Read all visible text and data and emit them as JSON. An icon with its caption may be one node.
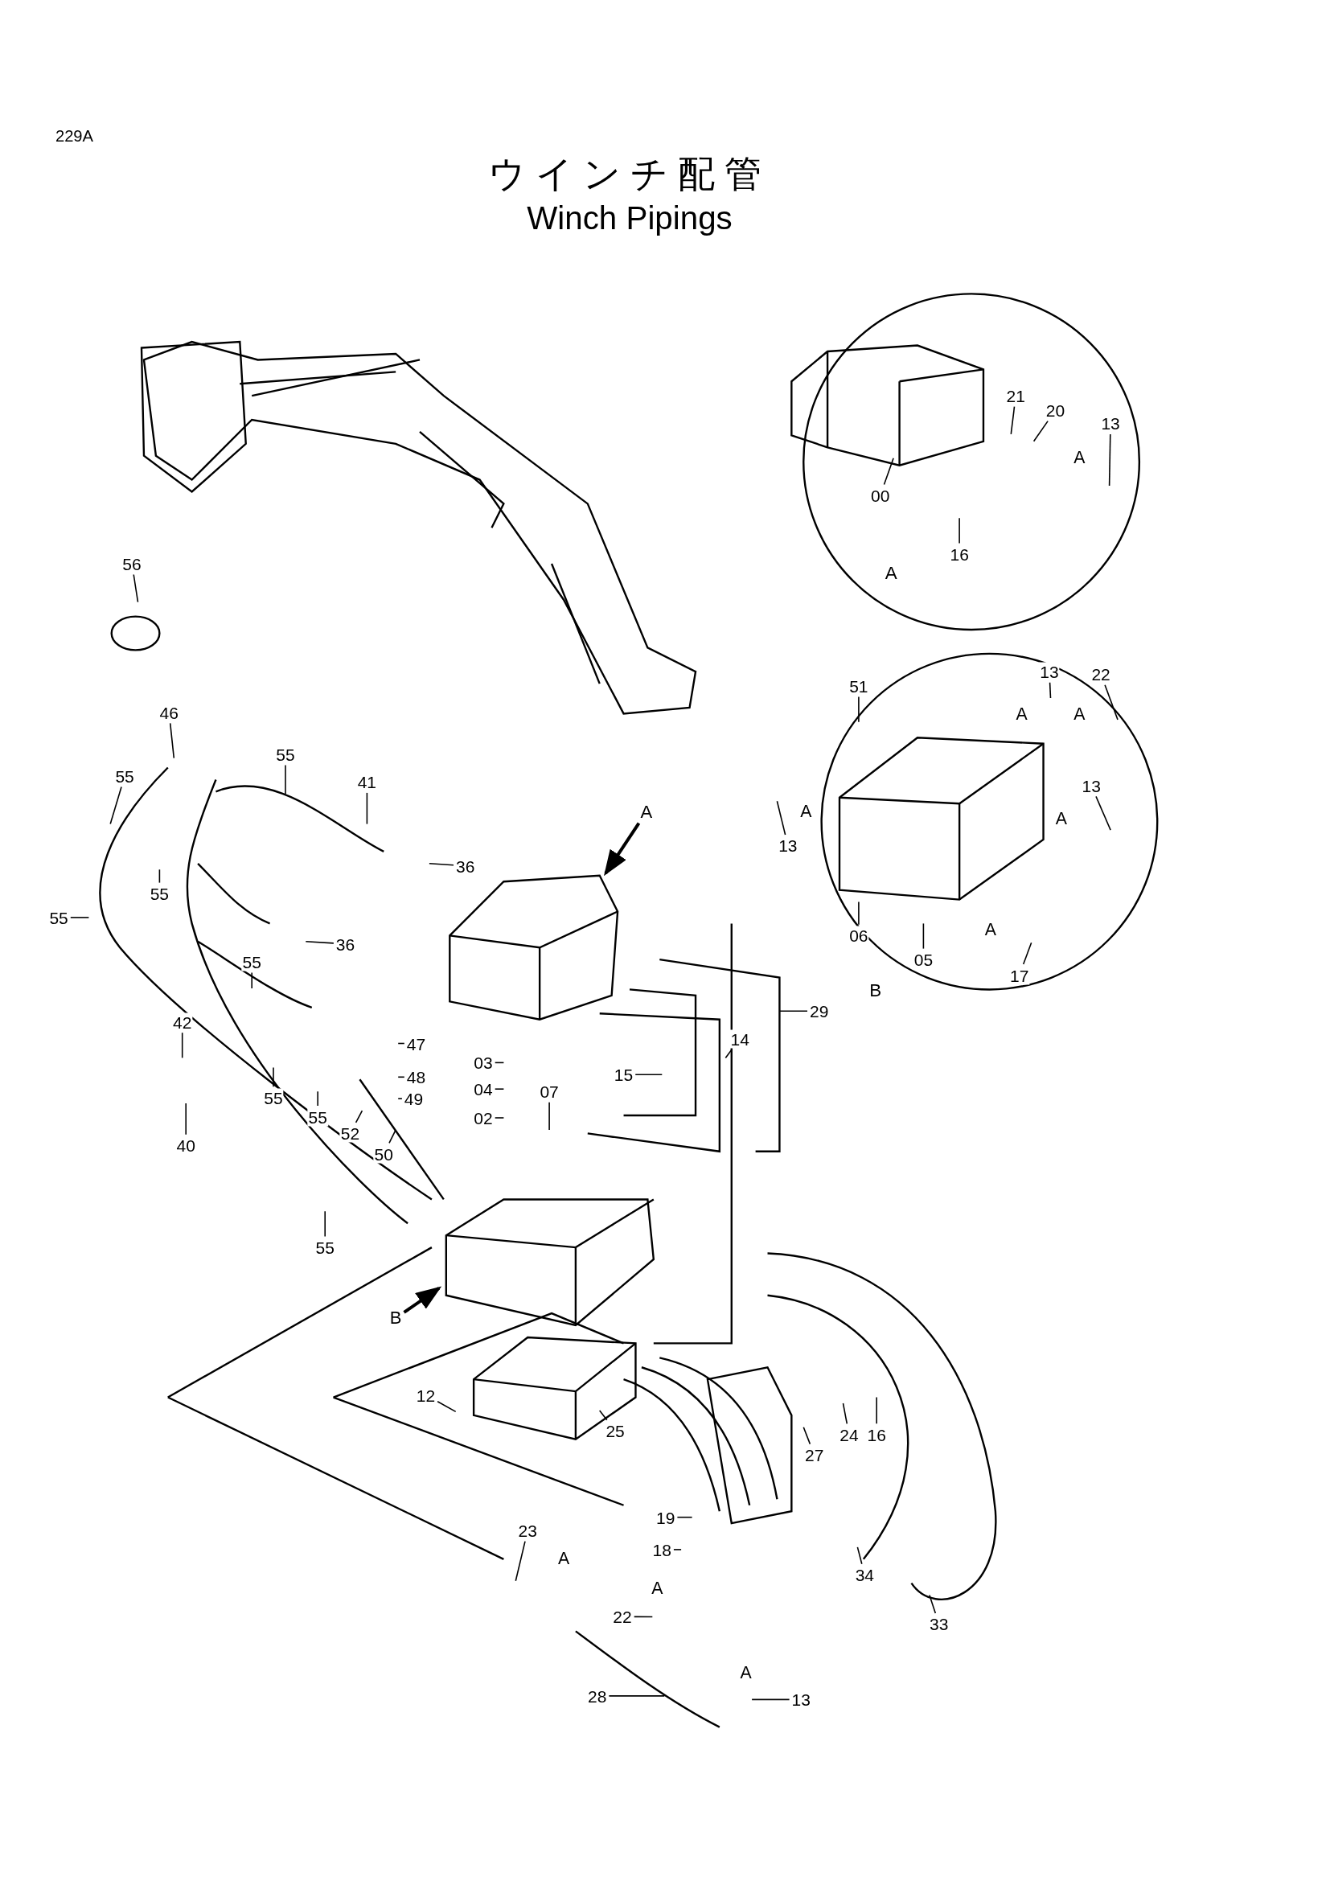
{
  "diagram": {
    "title": "ウインチ配管",
    "nodes": [
      {
        "text": [
          "21"
        ]
      },
      {
        "text": [
          "20"
        ]
      },
      {
        "text": [
          "13"
        ]
      },
      {
        "text": [
          "00"
        ]
      },
      {
        "text": [
          "16"
        ]
      },
      {
        "text": [
          "56"
        ]
      },
      {
        "text": [
          "51"
        ]
      },
      {
        "text": [
          "13"
        ]
      },
      {
        "text": [
          "22"
        ]
      },
      {
        "text": [
          "46"
        ]
      },
      {
        "text": [
          "55"
        ]
      },
      {
        "text": [
          "55"
        ]
      },
      {
        "text": [
          "41"
        ]
      },
      {
        "text": [
          "13"
        ]
      },
      {
        "text": [
          "A"
        ]
      },
      {
        "text": [
          "13"
        ]
      },
      {
        "text": [
          "36"
        ]
      },
      {
        "text": [
          "55"
        ]
      },
      {
        "text": [
          "55"
        ]
      },
      {
        "text": [
          "06"
        ]
      },
      {
        "text": [
          "36"
        ]
      },
      {
        "text": [
          "05"
        ]
      },
      {
        "text": [
          "55"
        ]
      },
      {
        "text": [
          "17"
        ]
      },
      {
        "text": [
          "29"
        ]
      },
      {
        "text": [
          "42"
        ]
      },
      {
        "text": [
          "14"
        ]
      },
      {
        "text": [
          "47"
        ]
      },
      {
        "text": [
          "03"
        ]
      },
      {
        "text": [
          "15"
        ]
      },
      {
        "text": [
          "48"
        ]
      },
      {
        "text": [
          "04"
        ]
      },
      {
        "text": [
          "07"
        ]
      },
      {
        "text": [
          "55"
        ]
      },
      {
        "text": [
          "49"
        ]
      },
      {
        "text": [
          "55"
        ]
      },
      {
        "text": [
          "02"
        ]
      },
      {
        "text": [
          "52"
        ]
      },
      {
        "text": [
          "40"
        ]
      },
      {
        "text": [
          "50"
        ]
      },
      {
        "text": [
          "55"
        ]
      },
      {
        "text": [
          "B"
        ]
      },
      {
        "text": [
          "12"
        ]
      },
      {
        "text": [
          "25"
        ]
      },
      {
        "text": [
          "24"
        ]
      },
      {
        "text": [
          "16"
        ]
      },
      {
        "text": [
          "27"
        ]
      },
      {
        "text": [
          "19"
        ]
      },
      {
        "text": [
          "23"
        ]
      },
      {
        "text": [
          "18"
        ]
      },
      {
        "text": [
          "34"
        ]
      },
      {
        "text": [
          "22"
        ]
      },
      {
        "text": [
          "33"
        ]
      },
      {
        "text": [
          "28"
        ]
      },
      {
        "text": [
          "13"
        ]
      }
    ],
    "edges": [
      {
        "from": 0,
        "to": null,
        "arrow": "none"
      },
      {
        "from": 1,
        "to": null,
        "arrow": "none"
      },
      {
        "from": 2,
        "to": null,
        "arrow": "none"
      },
      {
        "from": 3,
        "to": null,
        "arrow": "none"
      },
      {
        "from": 4,
        "to": null,
        "arrow": "none"
      },
      {
        "from": 5,
        "to": null,
        "arrow": "none"
      },
      {
        "from": 6,
        "to": null,
        "arrow": "none"
      },
      {
        "from": 7,
        "to": null,
        "arrow": "none"
      },
      {
        "from": 8,
        "to": null,
        "arrow": "none"
      },
      {
        "from": 9,
        "to": null,
        "arrow": "none"
      },
      {
        "from": 10,
        "to": null,
        "arrow": "none"
      },
      {
        "from": 11,
        "to": null,
        "arrow": "none"
      },
      {
        "from": 12,
        "to": null,
        "arrow": "none"
      },
      {
        "from": 13,
        "to": null,
        "arrow": "none"
      },
      {
        "from": 14,
        "to": null,
        "arrow": "to"
      },
      {
        "from": 15,
        "to": null,
        "arrow": "none"
      },
      {
        "from": 16,
        "to": null,
        "arrow": "none"
      },
      {
        "from": 17,
        "to": null,
        "arrow": "none"
      },
      {
        "from": 18,
        "to": null,
        "arrow": "none"
      },
      {
        "from": 19,
        "to": null,
        "arrow": "none"
      },
      {
        "from": 20,
        "to": null,
        "arrow": "none"
      },
      {
        "from": 21,
        "to": null,
        "arrow": "none"
      },
      {
        "from": 22,
        "to": null,
        "arrow": "none"
      },
      {
        "from": 23,
        "to": null,
        "arrow": "none"
      },
      {
        "from": 24,
        "to": null,
        "arrow": "none"
      },
      {
        "from": 25,
        "to": null,
        "arrow": "none"
      },
      {
        "from": 26,
        "to": null,
        "arrow": "none"
      },
      {
        "from": 27,
        "to": null,
        "arrow": "none"
      },
      {
        "from": 28,
        "to": null,
        "arrow": "none"
      },
      {
        "from": 29,
        "to": null,
        "arrow": "none"
      },
      {
        "from": 30,
        "to": null,
        "arrow": "none"
      },
      {
        "from": 31,
        "to": null,
        "arrow": "none"
      },
      {
        "from": 32,
        "to": null,
        "arrow": "none"
      },
      {
        "from": 33,
        "to": null,
        "arrow": "none"
      },
      {
        "from": 34,
        "to": null,
        "arrow": "none"
      },
      {
        "from": 35,
        "to": null,
        "arrow": "none"
      },
      {
        "from": 36,
        "to": null,
        "arrow": "none"
      },
      {
        "from": 37,
        "to": null,
        "arrow": "none"
      },
      {
        "from": 38,
        "to": null,
        "arrow": "none"
      },
      {
        "from": 39,
        "to": null,
        "arrow": "none"
      },
      {
        "from": 40,
        "to": null,
        "arrow": "none"
      },
      {
        "from": 41,
        "to": null,
        "arrow": "to"
      },
      {
        "from": 42,
        "to": null,
        "arrow": "none"
      },
      {
        "from": 43,
        "to": null,
        "arrow": "none"
      },
      {
        "from": 44,
        "to": null,
        "arrow": "none"
      },
      {
        "from": 45,
        "to": null,
        "arrow": "none"
      },
      {
        "from": 46,
        "to": null,
        "arrow": "none"
      },
      {
        "from": 47,
        "to": null,
        "arrow": "none"
      },
      {
        "from": 48,
        "to": null,
        "arrow": "none"
      },
      {
        "from": 49,
        "to": null,
        "arrow": "none"
      },
      {
        "from": 50,
        "to": null,
        "arrow": "none"
      },
      {
        "from": 51,
        "to": null,
        "arrow": "none"
      },
      {
        "from": 52,
        "to": null,
        "arrow": "none"
      },
      {
        "from": 53,
        "to": null,
        "arrow": "none"
      },
      {
        "from": 54,
        "to": null,
        "arrow": "none"
      }
    ],
    "labels": [
      "229A",
      "Winch Pipings",
      "A",
      "A",
      "A",
      "A",
      "A",
      "A",
      "A",
      "B",
      "A",
      "A",
      "A"
    ]
  }
}
